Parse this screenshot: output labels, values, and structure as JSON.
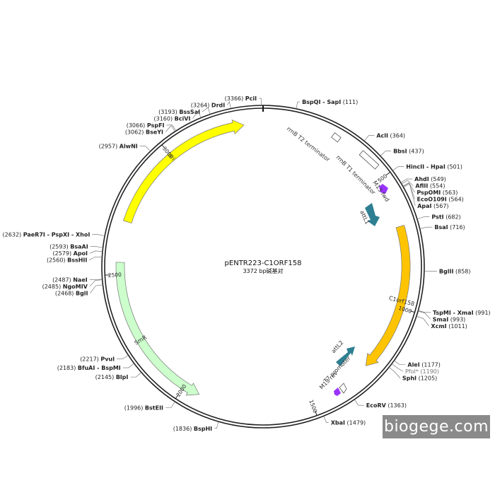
{
  "plasmid": {
    "name": "pENTR223-C1ORF158",
    "size_label": "3372 bp",
    "size_label_suffix": "碱基对",
    "length": 3372
  },
  "colors": {
    "backbone": "#222222",
    "ori": "#ffff00",
    "orf": "#ffc400",
    "smr": "#ccffcc",
    "att": "#2e7f92",
    "m13": "#9933ff"
  },
  "sites": [
    {
      "name": "PciI",
      "pos": 3366
    },
    {
      "name": "BspQI - SapI",
      "pos": 111
    },
    {
      "name": "AclI",
      "pos": 364
    },
    {
      "name": "BbsI",
      "pos": 437
    },
    {
      "name": "HincII - HpaI",
      "pos": 501
    },
    {
      "name": "AhdI",
      "pos": 549
    },
    {
      "name": "AflII",
      "pos": 554
    },
    {
      "name": "PspOMI",
      "pos": 563
    },
    {
      "name": "EcoO109I",
      "pos": 564
    },
    {
      "name": "ApaI",
      "pos": 567
    },
    {
      "name": "PstI",
      "pos": 682
    },
    {
      "name": "BsaI",
      "pos": 716
    },
    {
      "name": "BglII",
      "pos": 858
    },
    {
      "name": "TspMI - XmaI",
      "pos": 991
    },
    {
      "name": "SmaI",
      "pos": 993
    },
    {
      "name": "XcmI",
      "pos": 1011
    },
    {
      "name": "AleI",
      "pos": 1177
    },
    {
      "name": "PfoI*",
      "pos": 1190,
      "grey": true
    },
    {
      "name": "SphI",
      "pos": 1205
    },
    {
      "name": "EcoRV",
      "pos": 1363
    },
    {
      "name": "XbaI",
      "pos": 1479
    },
    {
      "name": "BspHI",
      "pos": 1836
    },
    {
      "name": "BstEII",
      "pos": 1996
    },
    {
      "name": "BlpI",
      "pos": 2145
    },
    {
      "name": "BfuAI - BspMI",
      "pos": 2183
    },
    {
      "name": "PvuI",
      "pos": 2217
    },
    {
      "name": "BglI",
      "pos": 2468
    },
    {
      "name": "NgoMIV",
      "pos": 2485
    },
    {
      "name": "NaeI",
      "pos": 2487
    },
    {
      "name": "BssHII",
      "pos": 2560
    },
    {
      "name": "ApoI",
      "pos": 2579
    },
    {
      "name": "BsaAI",
      "pos": 2593
    },
    {
      "name": "PaeR7I - PspXI - XhoI",
      "pos": 2632
    },
    {
      "name": "AlwNI",
      "pos": 2957
    },
    {
      "name": "BseYI",
      "pos": 3062
    },
    {
      "name": "PspFI",
      "pos": 3066
    },
    {
      "name": "BciVI",
      "pos": 3160
    },
    {
      "name": "BssSaI",
      "pos": 3193
    },
    {
      "name": "DrdI",
      "pos": 3264
    }
  ],
  "features": [
    {
      "name": "ori",
      "start": 2700,
      "end": 3300,
      "direction": "cw",
      "color": "#ffff00"
    },
    {
      "name": "C1orf158",
      "start": 690,
      "end": 1255,
      "direction": "cw",
      "color": "#ffc400"
    },
    {
      "name": "SmR",
      "start": 1935,
      "end": 2545,
      "direction": "ccw",
      "color": "#ccffcc"
    }
  ],
  "feature_labels": {
    "rrnB_T2": "rrnB T2 terminator",
    "rrnB_T1": "rrnB T1 terminator",
    "m13_fwd": "M13 fwd",
    "attL1": "attL1",
    "attL2": "attL2",
    "t7": "T7 promoter",
    "m13_rev": "M13 rev"
  },
  "ticks": [
    {
      "label": "500",
      "pos": 500
    },
    {
      "label": "1000",
      "pos": 1000
    },
    {
      "label": "1500",
      "pos": 1500
    },
    {
      "label": "2000",
      "pos": 2000
    },
    {
      "label": "2500",
      "pos": 2500
    },
    {
      "label": "3000",
      "pos": 3000
    }
  ],
  "watermark": "biogege.com"
}
